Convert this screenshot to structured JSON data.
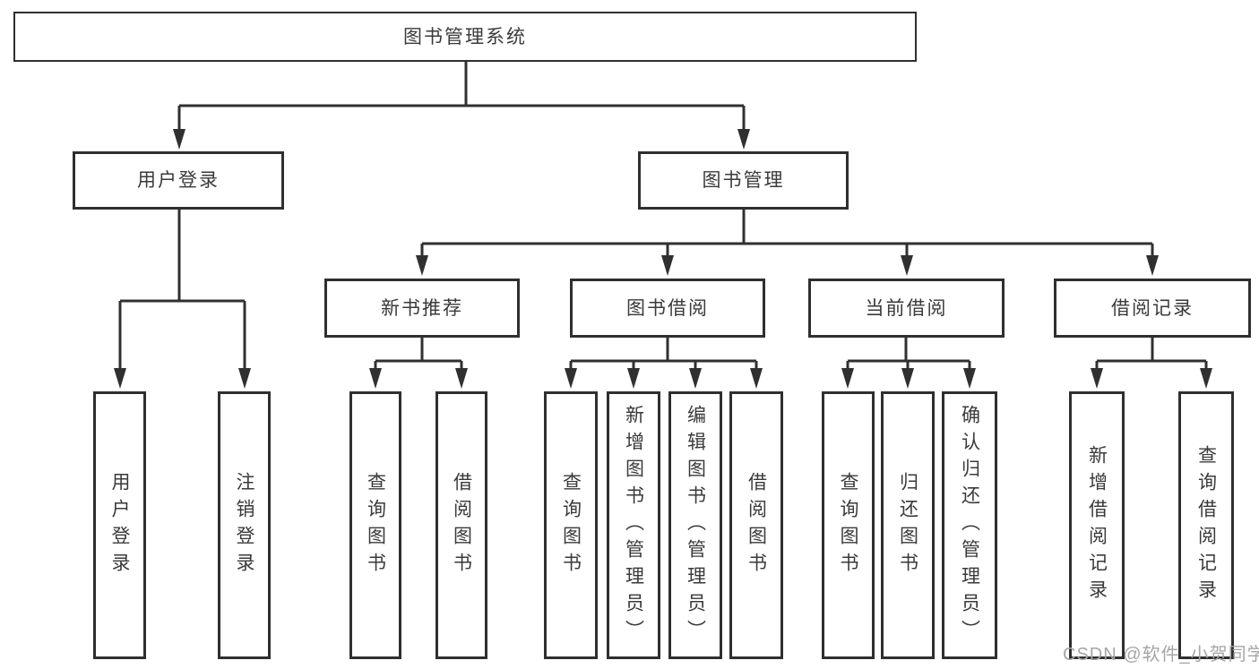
{
  "diagram": {
    "root": {
      "label": "图书管理系统"
    },
    "branches": [
      {
        "label": "用户登录",
        "children": [
          {
            "label": "用户登录"
          },
          {
            "label": "注销登录"
          }
        ]
      },
      {
        "label": "图书管理",
        "children": [
          {
            "label": "新书推荐",
            "children": [
              {
                "label": "查询图书"
              },
              {
                "label": "借阅图书"
              }
            ]
          },
          {
            "label": "图书借阅",
            "children": [
              {
                "label": "查询图书"
              },
              {
                "label": "新增图书（管理员）"
              },
              {
                "label": "编辑图书（管理员）"
              },
              {
                "label": "借阅图书"
              }
            ]
          },
          {
            "label": "当前借阅",
            "children": [
              {
                "label": "查询图书"
              },
              {
                "label": "归还图书"
              },
              {
                "label": "确认归还（管理员）"
              }
            ]
          },
          {
            "label": "借阅记录",
            "children": [
              {
                "label": "新增借阅记录"
              },
              {
                "label": "查询借阅记录"
              }
            ]
          }
        ]
      }
    ]
  },
  "watermark": {
    "text": "CSDN @软件_小贺同学"
  },
  "colors": {
    "line": "#303030",
    "box_border": "#2f2f2f",
    "box_background": "#ffffff",
    "text": "#3a3a3a",
    "watermark": "#a6a6a6",
    "page_background": "#ffffff"
  }
}
